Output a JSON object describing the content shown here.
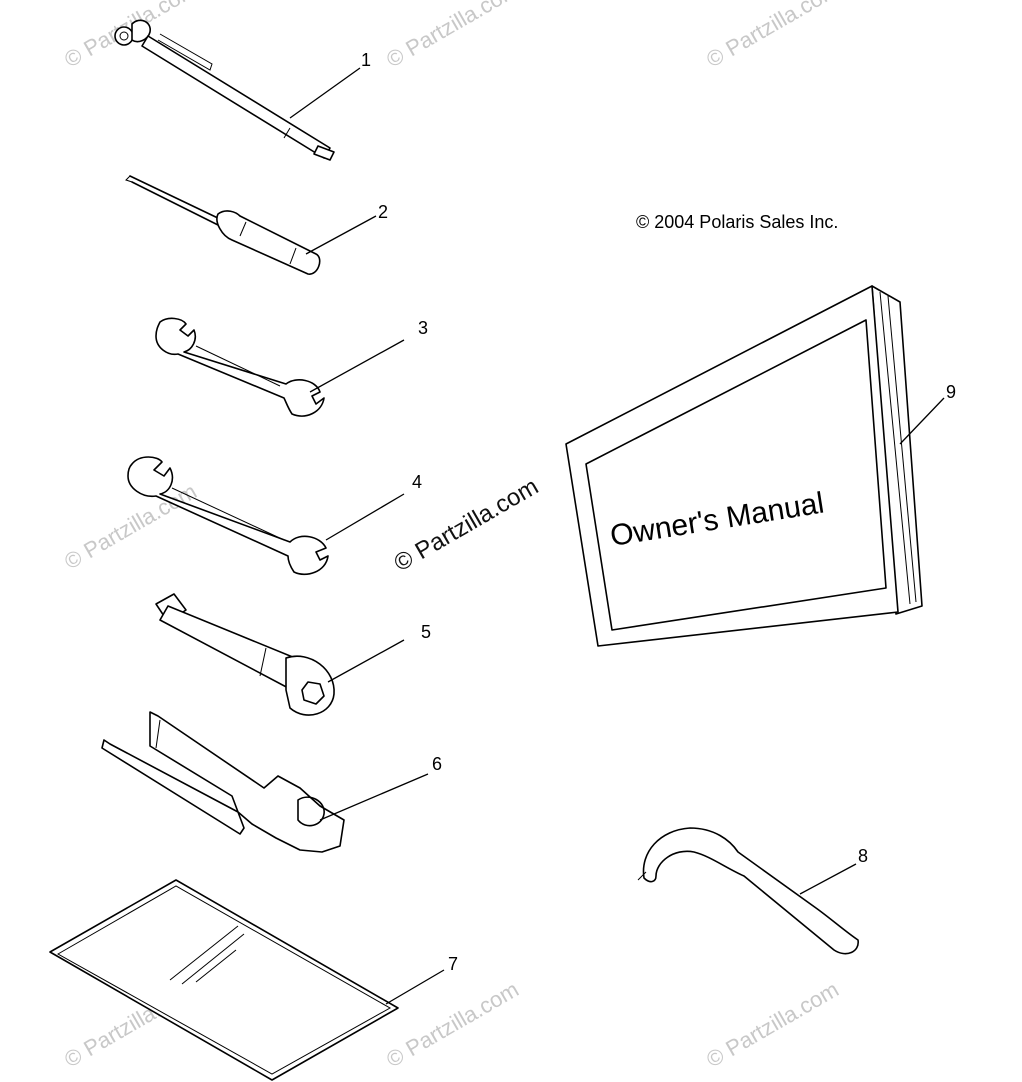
{
  "copyright": "© 2004 Polaris Sales Inc.",
  "watermark": "© Partzilla.com",
  "manual_title": "Owner's Manual",
  "callouts": [
    "1",
    "2",
    "3",
    "4",
    "5",
    "6",
    "7",
    "8",
    "9"
  ],
  "parts": [
    {
      "ref": "1",
      "icon": "tire-pressure-gauge-icon"
    },
    {
      "ref": "2",
      "icon": "screwdriver-icon"
    },
    {
      "ref": "3",
      "icon": "small-wrench-icon"
    },
    {
      "ref": "4",
      "icon": "open-end-wrench-icon"
    },
    {
      "ref": "5",
      "icon": "spark-plug-socket-icon"
    },
    {
      "ref": "6",
      "icon": "tool-holder-icon"
    },
    {
      "ref": "7",
      "icon": "tool-bag-icon"
    },
    {
      "ref": "8",
      "icon": "spanner-wrench-icon"
    },
    {
      "ref": "9",
      "icon": "owners-manual-icon"
    }
  ]
}
